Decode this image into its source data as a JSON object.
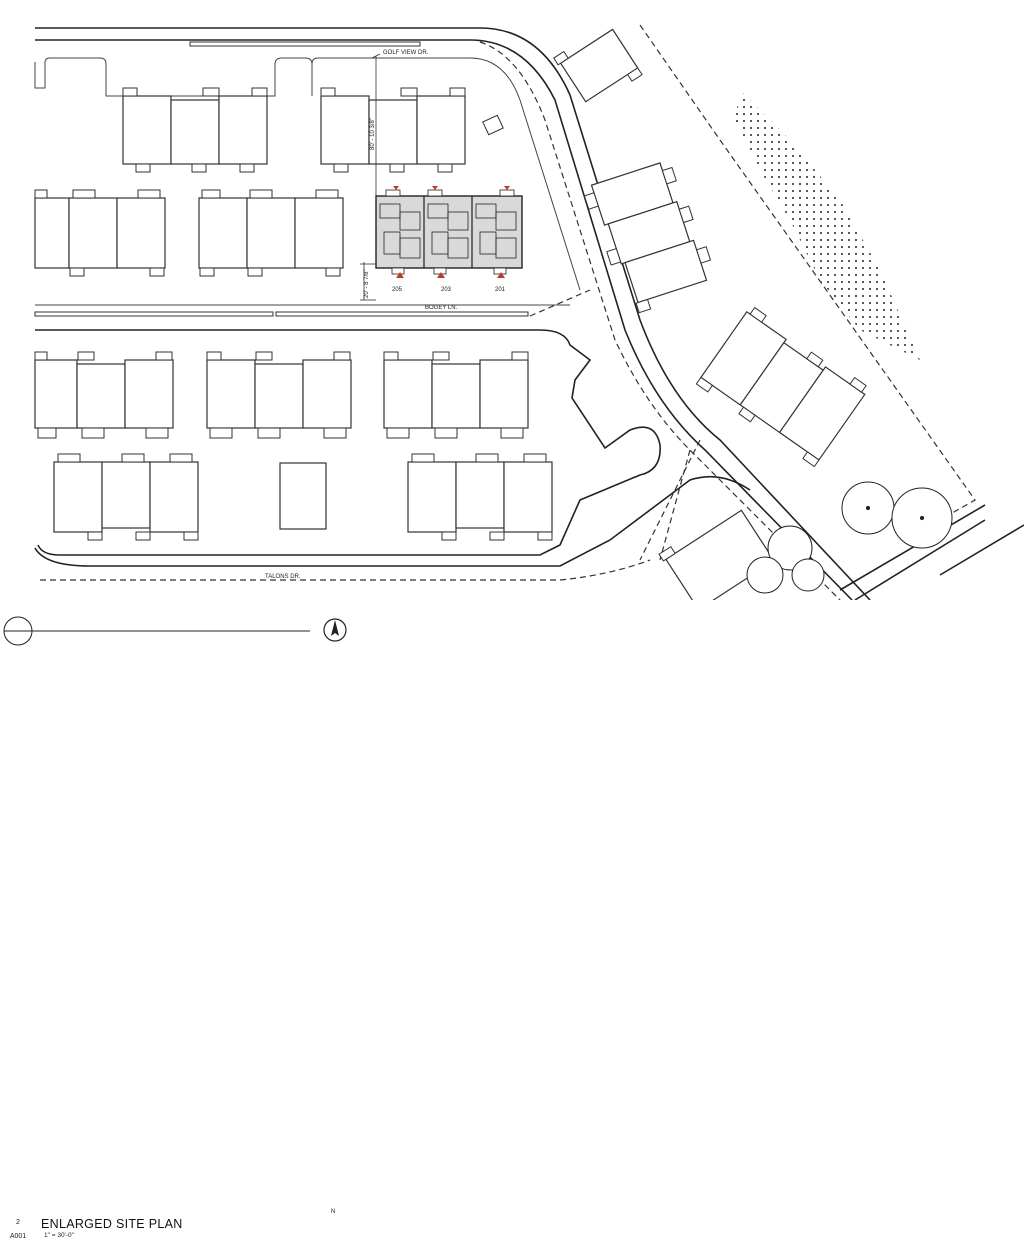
{
  "streets": {
    "golf_view": "GOLF VIEW DR.",
    "bogey": "BOGEY LN.",
    "talons": "TALONS DR."
  },
  "units": [
    "205",
    "203",
    "201"
  ],
  "dimensions": {
    "vertical_top": "80' - 10 3/8\"",
    "vertical_left": "20' - 8 7/8\""
  },
  "title_block": {
    "detail_number": "2",
    "sheet_number": "A001",
    "title": "ENLARGED SITE PLAN",
    "scale": "1\" = 30'-0\"",
    "north": "N"
  },
  "colors": {
    "line": "#333333",
    "marker": "#c0392b",
    "highlight_fill": "#d9d9d9"
  }
}
